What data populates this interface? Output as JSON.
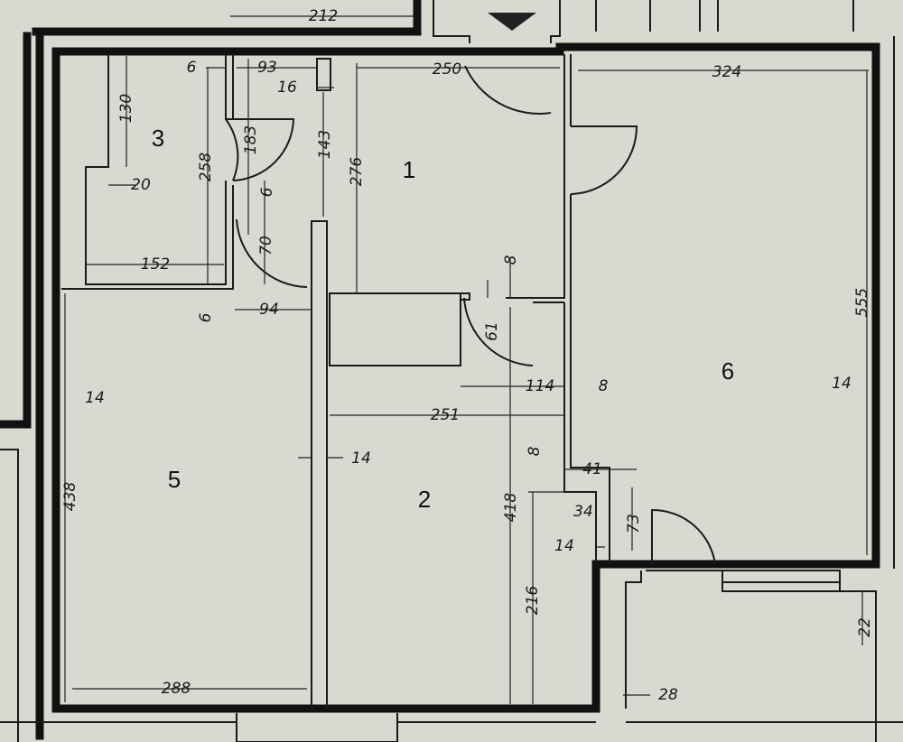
{
  "rooms": {
    "r1": "1",
    "r2": "2",
    "r3": "3",
    "r5": "5",
    "r6": "6"
  },
  "dims": {
    "d212": "212",
    "d6a": "6",
    "d93": "93",
    "d16": "16",
    "d250": "250",
    "d324": "324",
    "d130": "130",
    "d183": "183",
    "d143": "143",
    "d276": "276",
    "d258": "258",
    "d20": "20",
    "d6b": "6",
    "d70": "70",
    "d152": "152",
    "d8a": "8",
    "d6c": "6",
    "d94": "94",
    "d61": "61",
    "d555": "555",
    "d114": "114",
    "d8b": "8",
    "d14a": "14",
    "d251": "251",
    "d14b": "14",
    "d14c": "14",
    "d438": "438",
    "d8c": "8",
    "d41": "41",
    "d418": "418",
    "d34": "34",
    "d73": "73",
    "d14d": "14",
    "d216": "216",
    "d22": "22",
    "d28": "28",
    "d288": "288"
  },
  "colors": {
    "paper": "#d8d9d1",
    "ink": "#111111"
  }
}
